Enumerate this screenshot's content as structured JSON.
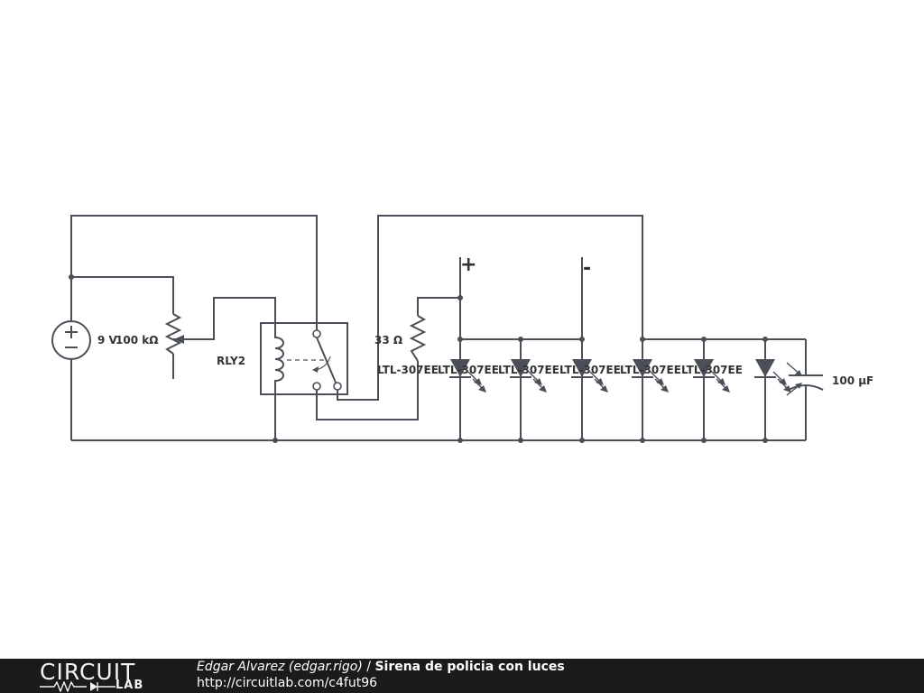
{
  "labels": {
    "source": "9 V",
    "pot": "100 kΩ",
    "relay": "RLY2",
    "resistor": "33 Ω",
    "plus": "+",
    "minus": "-",
    "led1": "LTL-307EE",
    "led2": "LTL-307EE",
    "led3": "LTL-307EE",
    "led4": "LTL-307EE",
    "led5": "LTL-307EE",
    "led6": "LTL-307EE",
    "cap": "100 µF"
  },
  "footer": {
    "brand_top": "CIRCUIT",
    "brand_bottom": "LAB",
    "author": "Edgar Alvarez (edgar.rigo)",
    "separator": " / ",
    "title": "Sirena de policia con luces",
    "url": "http://circuitlab.com/c4fut96"
  }
}
